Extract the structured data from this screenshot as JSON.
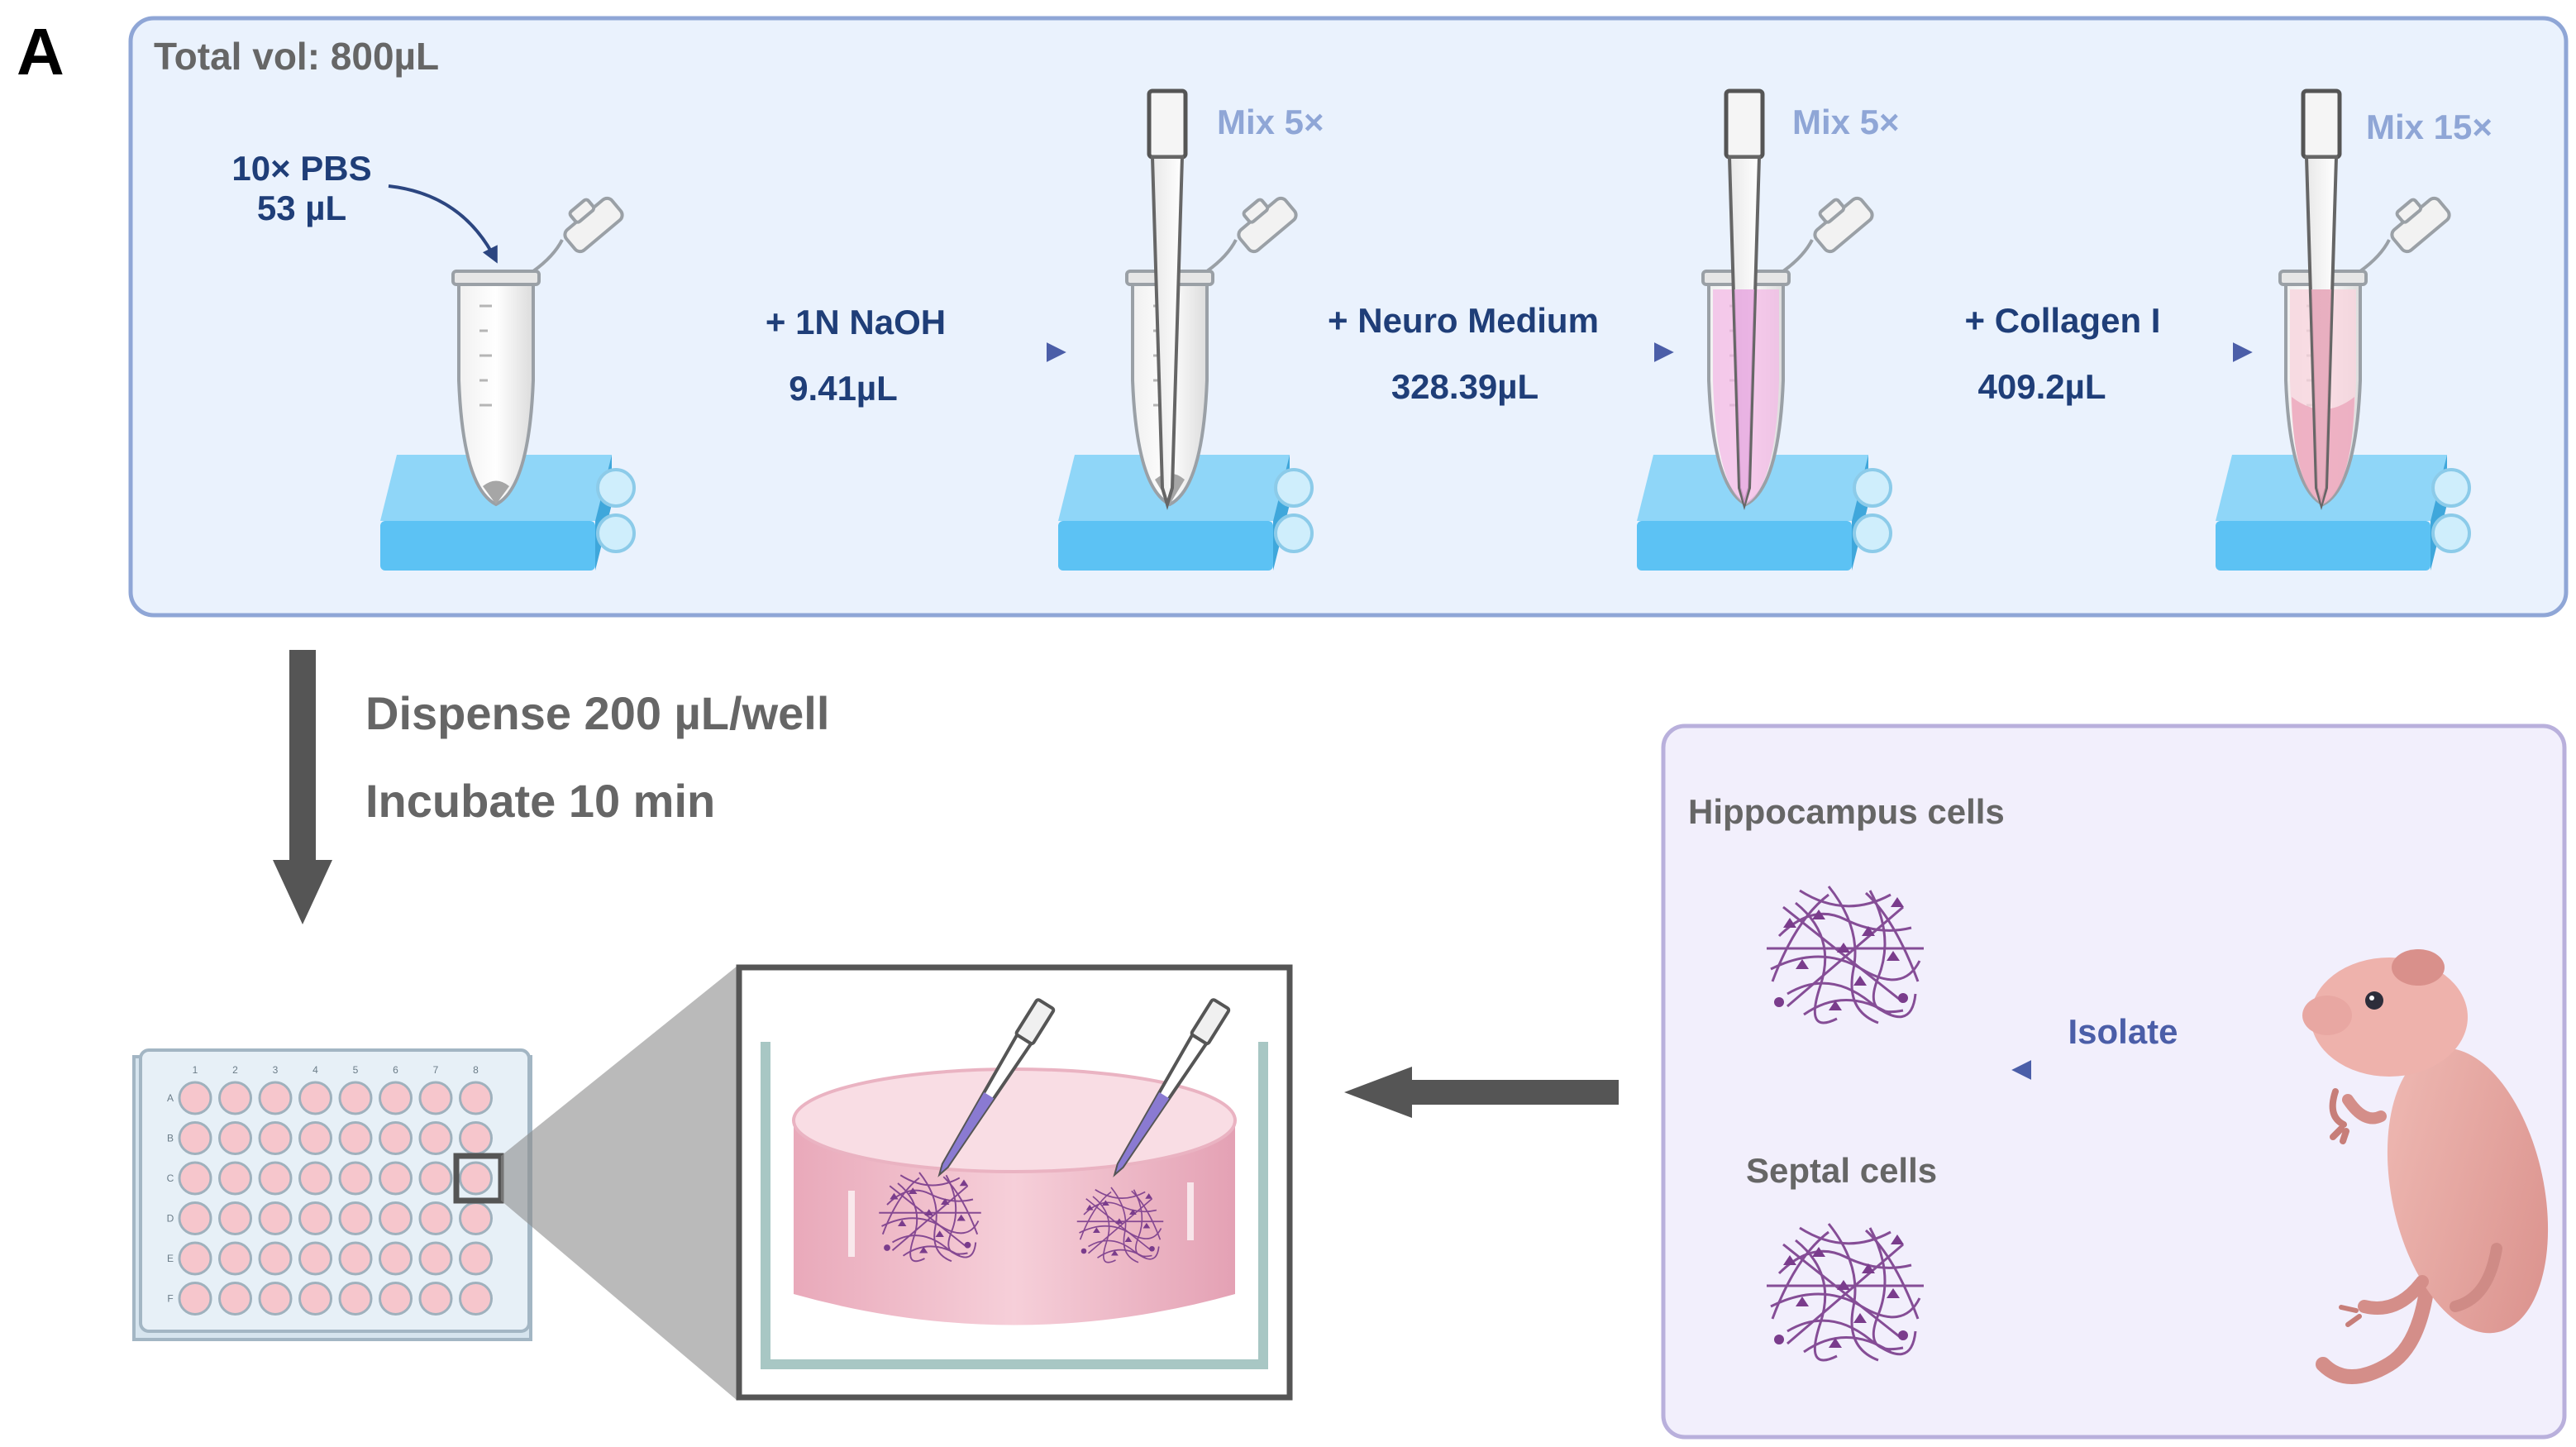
{
  "panel_letter": "A",
  "prep": {
    "total_volume": "Total vol: 800µL",
    "pbs_name": "10× PBS",
    "pbs_volume": "53 µL",
    "steps": [
      {
        "label": "+ 1N NaOH",
        "volume": "9.41µL",
        "mix": "Mix 5×"
      },
      {
        "label": "+ Neuro Medium",
        "volume": "328.39µL",
        "mix": "Mix 5×"
      },
      {
        "label": "+ Collagen I",
        "volume": "409.2µL",
        "mix": "Mix 15×"
      }
    ]
  },
  "dispense": {
    "line1": "Dispense 200 µL/well",
    "line2": "Incubate 10 min"
  },
  "plate": {
    "columns": [
      "1",
      "2",
      "3",
      "4",
      "5",
      "6",
      "7",
      "8"
    ],
    "rows": [
      "A",
      "B",
      "C",
      "D",
      "E",
      "F"
    ]
  },
  "cells": {
    "hippocampus_label": "Hippocampus cells",
    "septal_label": "Septal cells",
    "isolate_label": "Isolate"
  },
  "colors": {
    "prep_panel_fill": "#eaf2fd",
    "prep_panel_border": "#8fa6d6",
    "cells_panel_fill": "#f2effc",
    "cells_panel_border": "#b9b0dc",
    "step_text": "#1f3e78",
    "mix_text": "#8fa6d6",
    "arrow": "#4b5ea8",
    "dark_arrow": "#555555",
    "ice_block": "#5cc2f4",
    "pink_gel": "#f4c4d0",
    "neuron_purple": "#7a3c8c",
    "pup_skin": "#e8a7a2"
  }
}
